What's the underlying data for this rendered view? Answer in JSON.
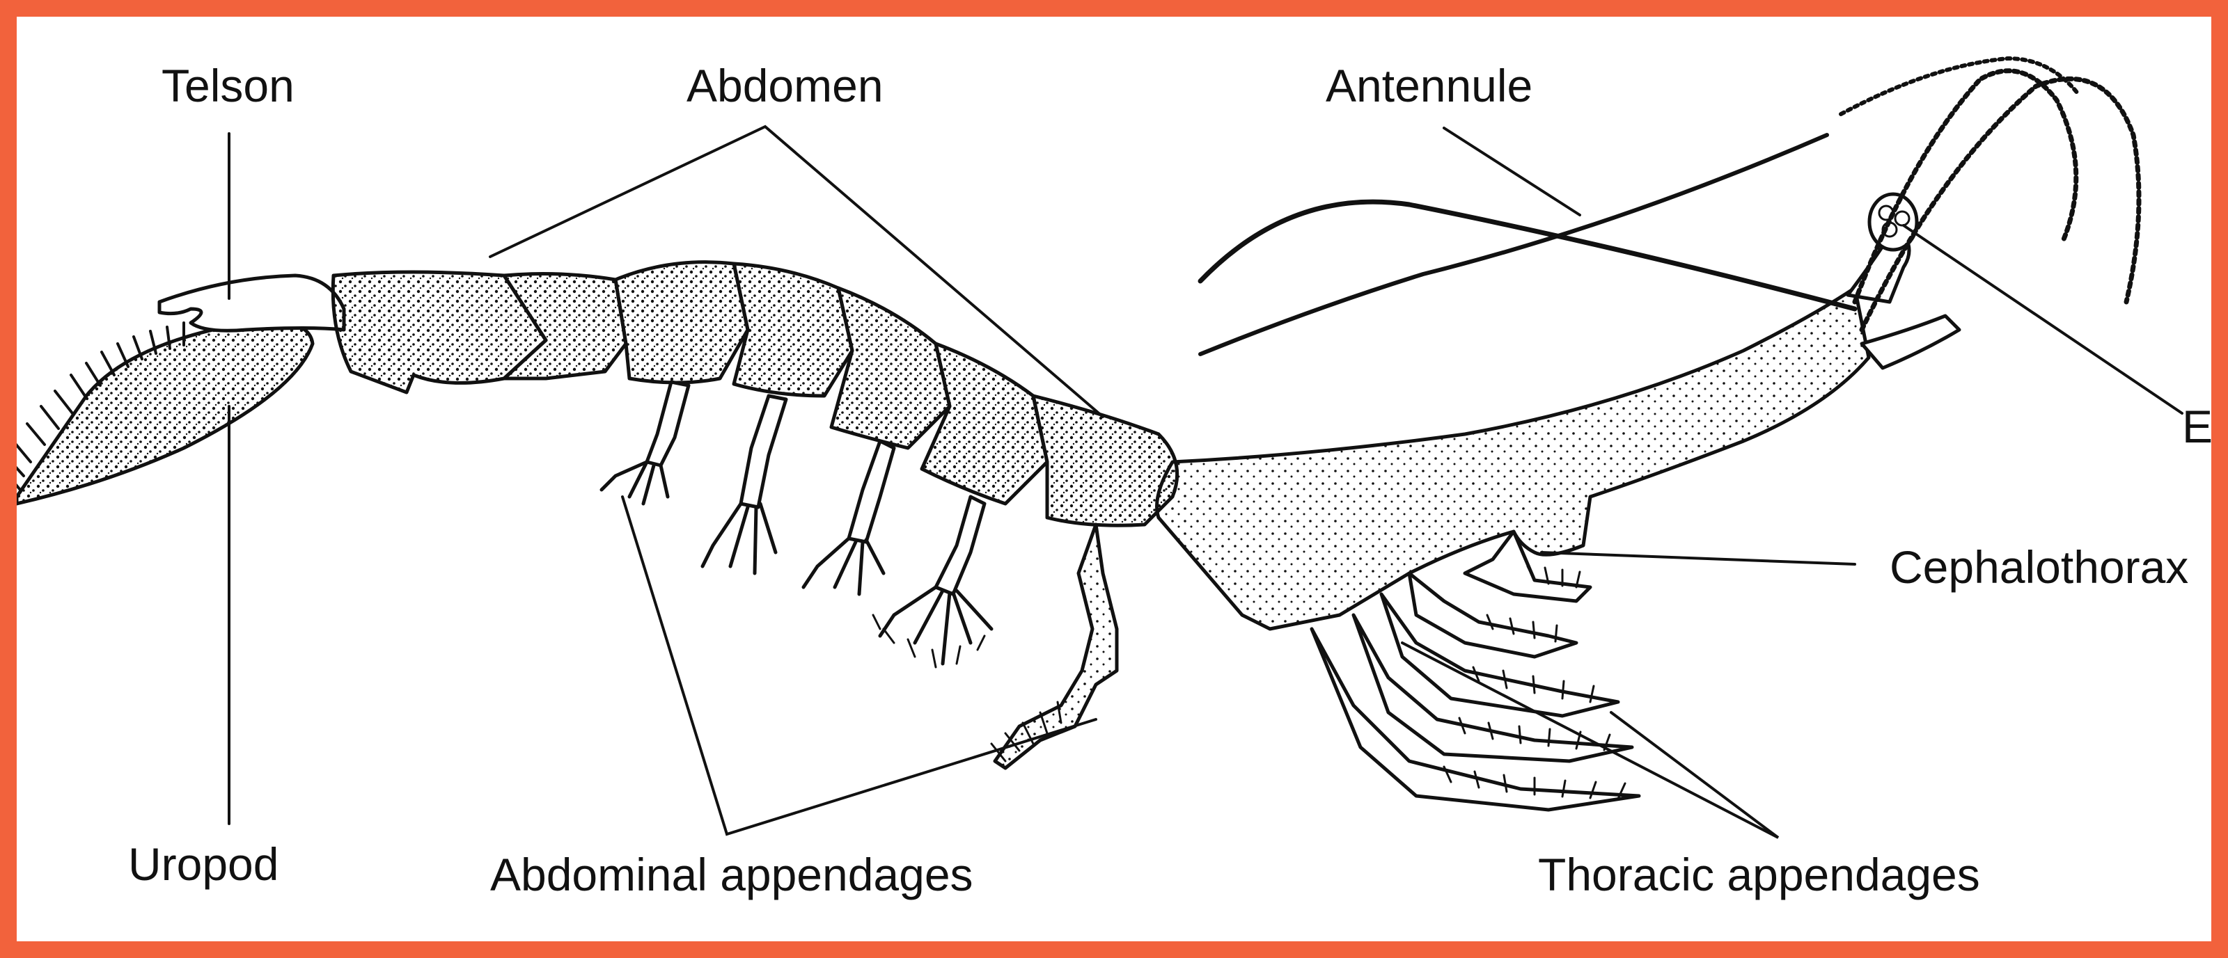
{
  "colors": {
    "border": "#f2623c",
    "ink": "#111111",
    "background": "#ffffff"
  },
  "labels": {
    "telson": "Telson",
    "abdomen": "Abdomen",
    "antennule": "Antennule",
    "eye": "Eye",
    "cephalothorax": "Cephalothorax",
    "uropod": "Uropod",
    "abdominal_appendages": "Abdominal appendages",
    "thoracic_appendages": "Thoracic appendages"
  }
}
